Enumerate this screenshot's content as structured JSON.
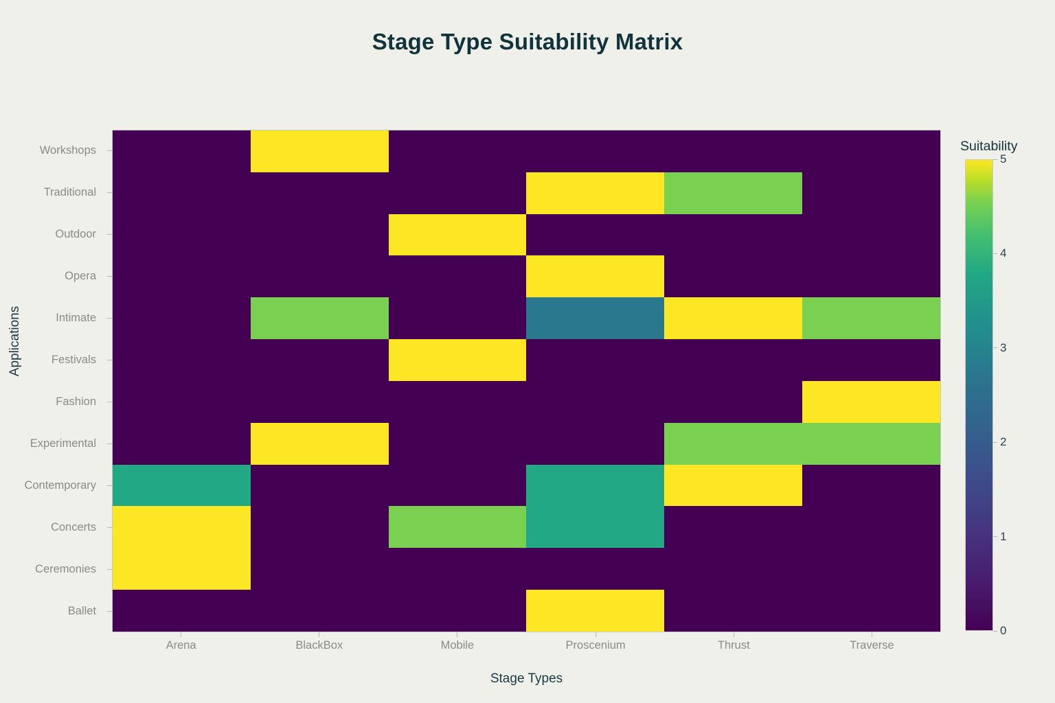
{
  "title": "Stage Type Suitability Matrix",
  "axes": {
    "x_title": "Stage Types",
    "y_title": "Applications"
  },
  "colorbar": {
    "title": "Suitability",
    "ticks": [
      0,
      1,
      2,
      3,
      4,
      5
    ],
    "min": 0,
    "max": 5,
    "colormap": "viridis"
  },
  "palette": {
    "background": "#f0f0eb",
    "title_color": "#11333b",
    "tick_color": "#8a8a86",
    "axis_title_color": "#1d3a42",
    "v0": "#440154",
    "v1": "#414487",
    "v2": "#2a788e",
    "v3": "#22a884",
    "v4": "#7ad151",
    "v5": "#fde725"
  },
  "chart_data": {
    "type": "heatmap",
    "title": "Stage Type Suitability Matrix",
    "xlabel": "Stage Types",
    "ylabel": "Applications",
    "colorbar_label": "Suitability",
    "zlim": [
      0,
      5
    ],
    "x_categories": [
      "Arena",
      "BlackBox",
      "Mobile",
      "Proscenium",
      "Thrust",
      "Traverse"
    ],
    "y_categories": [
      "Workshops",
      "Traditional",
      "Outdoor",
      "Opera",
      "Intimate",
      "Festivals",
      "Fashion",
      "Experimental",
      "Contemporary",
      "Concerts",
      "Ceremonies",
      "Ballet"
    ],
    "values": [
      [
        0,
        5,
        0,
        0,
        0,
        0
      ],
      [
        0,
        0,
        0,
        5,
        4,
        0
      ],
      [
        0,
        0,
        5,
        0,
        0,
        0
      ],
      [
        0,
        0,
        0,
        5,
        0,
        0
      ],
      [
        0,
        4,
        0,
        2,
        5,
        4
      ],
      [
        0,
        0,
        5,
        0,
        0,
        0
      ],
      [
        0,
        0,
        0,
        0,
        0,
        5
      ],
      [
        0,
        5,
        0,
        0,
        4,
        4
      ],
      [
        3,
        0,
        0,
        3,
        5,
        0
      ],
      [
        5,
        0,
        4,
        3,
        0,
        0
      ],
      [
        5,
        0,
        0,
        0,
        0,
        0
      ],
      [
        0,
        0,
        0,
        5,
        0,
        0
      ]
    ]
  }
}
